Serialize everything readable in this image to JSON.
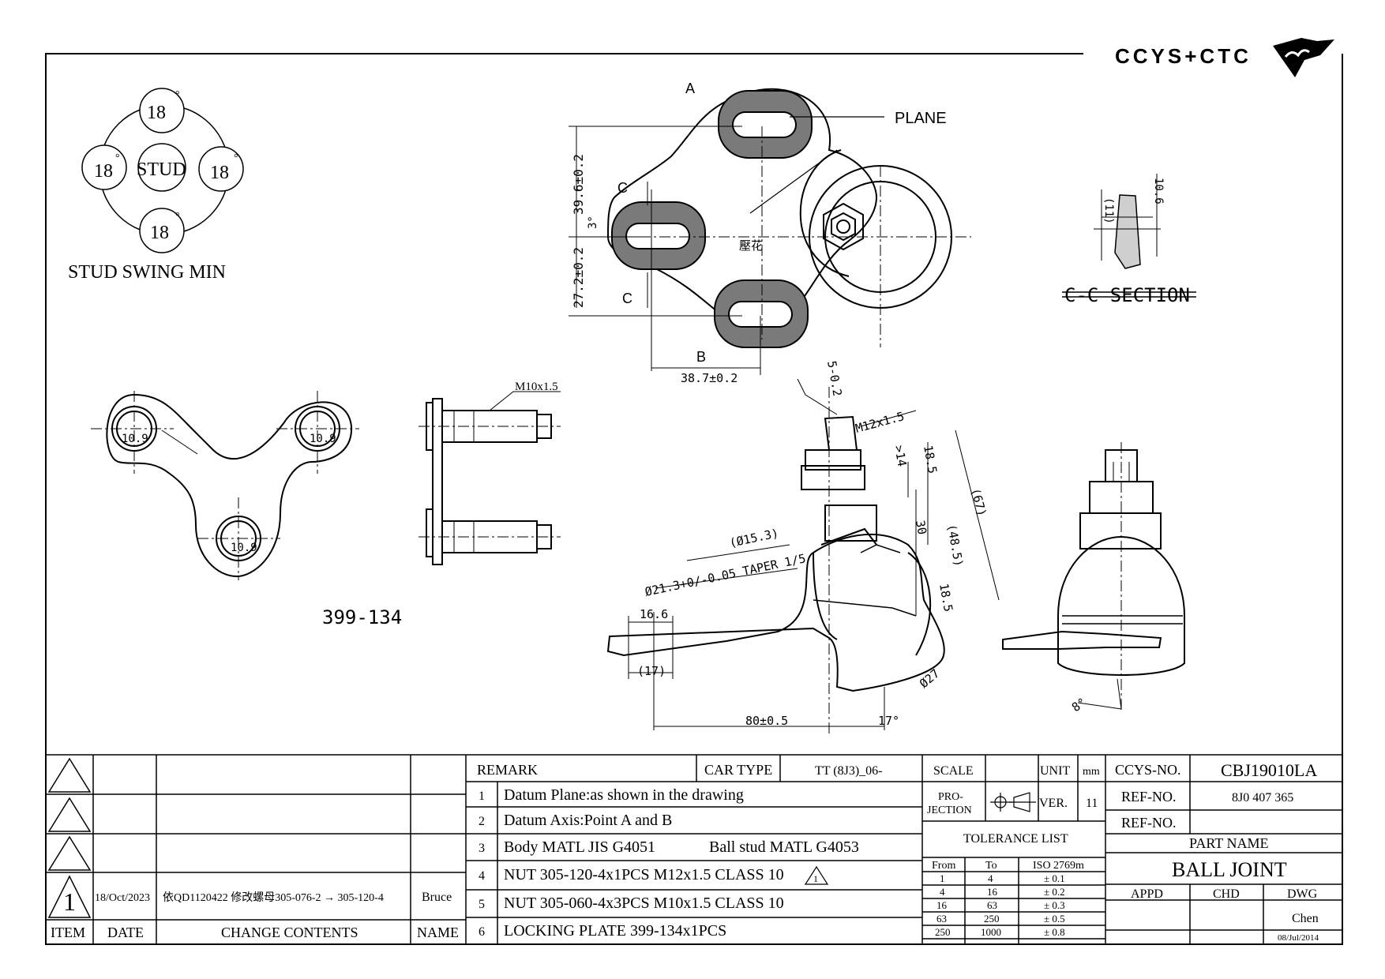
{
  "logo": {
    "text": "CCYS+CTC"
  },
  "stud_swing": {
    "center_label": "STUD",
    "top": "18",
    "left": "18",
    "right": "18",
    "bottom": "18",
    "degree_mark": "°",
    "caption": "STUD SWING MIN"
  },
  "locking_plate": {
    "part_no": "399-134",
    "hole_label": "10.9",
    "thread_label": "M10x1.5"
  },
  "top_view": {
    "label_a": "A",
    "label_b": "B",
    "label_c": "C",
    "plane": "PLANE",
    "knurl": "壓花",
    "dim_upper": "39.6±0.2",
    "dim_lower": "27.2±0.2",
    "angle": "3°",
    "dim_width": "38.7±0.2"
  },
  "section_cc": {
    "title": "C-C SECTION",
    "dim_left": "(11)",
    "dim_right": "10.6"
  },
  "side_view": {
    "hex": "5-0.2",
    "thread": "M12x1.5",
    "dim_14": ">14",
    "dim_185a": "18.5",
    "dim_30": "30",
    "dim_485": "(48.5)",
    "dim_67": "(67)",
    "dim_185b": "18.5",
    "dia_153": "(Ø15.3)",
    "taper": "Ø21.3+0/-0.05 TAPER 1/5",
    "dim_166": "16.6",
    "dim_17": "(17)",
    "dim_80": "80±0.5",
    "angle_17": "17°",
    "dia_27": "Ø27"
  },
  "front_view": {
    "angle": "8°"
  },
  "revision": {
    "header": {
      "item": "ITEM",
      "date": "DATE",
      "contents": "CHANGE CONTENTS",
      "name": "NAME"
    },
    "rows": [
      {
        "item": "",
        "date": "",
        "contents": "",
        "name": ""
      },
      {
        "item": "",
        "date": "",
        "contents": "",
        "name": ""
      },
      {
        "item": "",
        "date": "",
        "contents": "",
        "name": ""
      },
      {
        "item": "1",
        "date": "18/Oct/2023",
        "contents": "依QD1120422 修改螺母305-076-2 → 305-120-4",
        "name": "Bruce"
      }
    ]
  },
  "remarks": {
    "title": "REMARK",
    "car_type_label": "CAR TYPE",
    "car_type_value": "TT (8J3)_06-",
    "items": [
      {
        "no": "1",
        "text": "Datum Plane:as shown in the drawing"
      },
      {
        "no": "2",
        "text": "Datum Axis:Point A and B"
      },
      {
        "no": "3",
        "text": "Body MATL JIS G4051",
        "text2": "Ball stud MATL G4053"
      },
      {
        "no": "4",
        "text": "NUT 305-120-4x1PCS M12x1.5 CLASS 10",
        "flag": "1"
      },
      {
        "no": "5",
        "text": "NUT 305-060-4x3PCS M10x1.5 CLASS 10"
      },
      {
        "no": "6",
        "text": "LOCKING PLATE 399-134x1PCS"
      }
    ]
  },
  "spec": {
    "scale_label": "SCALE",
    "scale_value": "",
    "unit_label": "UNIT",
    "unit_value": "mm",
    "projection_label_1": "PRO-",
    "projection_label_2": "JECTION",
    "ver_label": "VER.",
    "ver_value": "11",
    "tolerance_title": "TOLERANCE LIST",
    "tol_headers": [
      "From",
      "To",
      "ISO 2769m"
    ],
    "tol_rows": [
      [
        "1",
        "4",
        "± 0.1"
      ],
      [
        "4",
        "16",
        "± 0.2"
      ],
      [
        "16",
        "63",
        "± 0.3"
      ],
      [
        "63",
        "250",
        "± 0.5"
      ],
      [
        "250",
        "1000",
        "± 0.8"
      ]
    ]
  },
  "title_block": {
    "ccys_label": "CCYS-NO.",
    "ccys_value": "CBJ19010LA",
    "ref1_label": "REF-NO.",
    "ref1_value": "8J0 407 365",
    "ref2_label": "REF-NO.",
    "ref2_value": "",
    "part_name_label": "PART NAME",
    "part_name": "BALL JOINT",
    "appd": "APPD",
    "chd": "CHD",
    "dwg": "DWG",
    "drawer": "Chen",
    "date": "08/Jul/2014"
  }
}
